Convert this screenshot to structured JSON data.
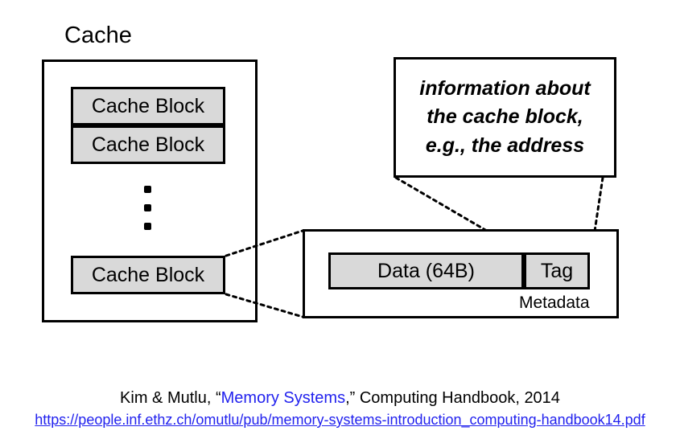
{
  "slide": {
    "cache": {
      "label": "Cache",
      "blocks": [
        {
          "label": "Cache Block"
        },
        {
          "label": "Cache Block"
        },
        {
          "label": "Cache Block"
        }
      ],
      "ellipsis": "vertical-ellipsis-three-dots"
    },
    "callout": {
      "lines": [
        "information about",
        "the cache block,",
        "e.g., the address"
      ]
    },
    "metadata_box": {
      "data_label": "Data (64B)",
      "tag_label": "Tag",
      "metadata_label": "Metadata"
    },
    "connectors": {
      "style": "dotted",
      "color": "#000000"
    },
    "citation": {
      "prefix": "Kim & Mutlu, “",
      "title": "Memory Systems",
      "suffix": ",” Computing Handbook, 2014",
      "url": "https://people.inf.ethz.ch/omutlu/pub/memory-systems-introduction_computing-handbook14.pdf"
    },
    "colors": {
      "block_fill": "#d9d9d9",
      "stroke": "#000000",
      "link": "#2222ee",
      "background": "#ffffff"
    }
  }
}
